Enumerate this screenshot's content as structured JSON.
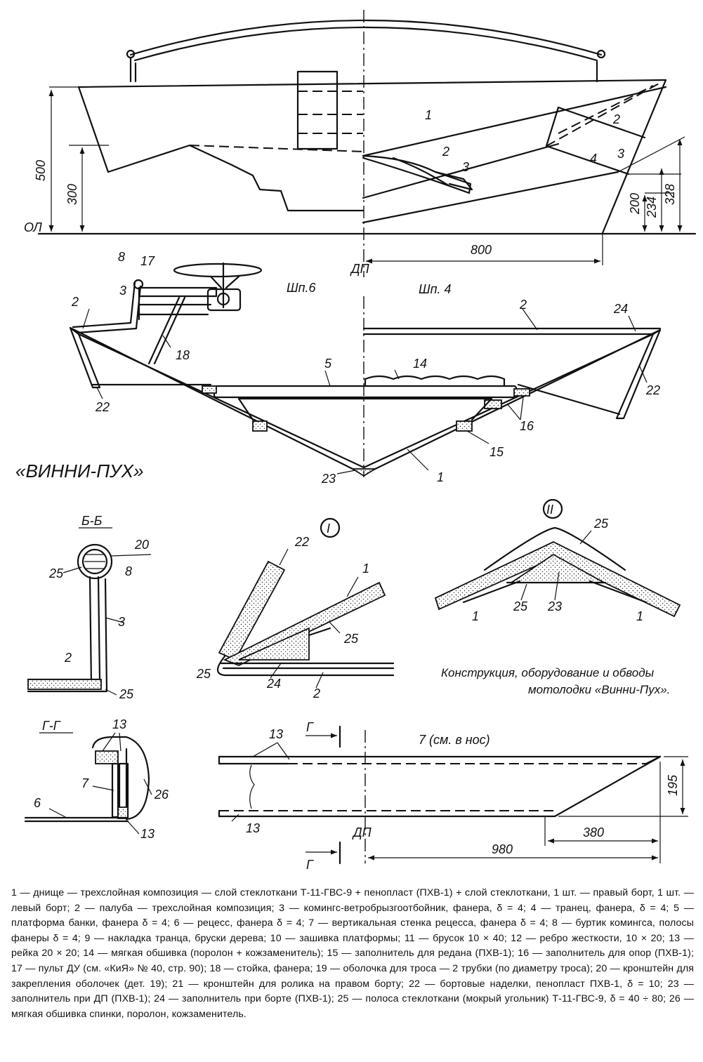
{
  "colors": {
    "ink": "#111111",
    "paper": "#ffffff"
  },
  "title": "«ВИННИ-ПУХ»",
  "caption": {
    "line1": "Конструкция, оборудование и обводы",
    "line2": "мотолодки «Винни-Пух»."
  },
  "side_view": {
    "dim_500": "500",
    "dim_300": "300",
    "baseline": "ОЛ",
    "dim_200": "200",
    "dim_234": "234",
    "dim_328": "328",
    "dim_800": "800",
    "centerline": "ДП",
    "labels": [
      "1",
      "2",
      "3",
      "2",
      "3",
      "4"
    ]
  },
  "section_view": {
    "frame_left": "Шп.6",
    "frame_right": "Шп. 4",
    "labels": [
      "8",
      "17",
      "3",
      "2",
      "18",
      "22",
      "5",
      "14",
      "2",
      "24",
      "22",
      "16",
      "15",
      "1",
      "23"
    ]
  },
  "detail_bb": {
    "title": "Б-Б",
    "labels": [
      "20",
      "25",
      "8",
      "3",
      "2",
      "25"
    ]
  },
  "detail_1": {
    "title": "I",
    "labels": [
      "22",
      "1",
      "25",
      "25",
      "24",
      "2"
    ]
  },
  "detail_2": {
    "title": "II",
    "labels": [
      "25",
      "1",
      "25",
      "23",
      "1"
    ]
  },
  "detail_gg": {
    "title": "Г-Г",
    "labels": [
      "13",
      "7",
      "26",
      "6",
      "13"
    ]
  },
  "recess_view": {
    "label_13a": "13",
    "label_7": "7 (см. в нос)",
    "label_13b": "13",
    "cut_mark": "Г",
    "centerline": "ДП",
    "dim_195": "195",
    "dim_380": "380",
    "dim_980": "980"
  },
  "legend": "1 — днище — трехслойная композиция — слой стеклоткани Т-11-ГВС-9 + пенопласт (ПХВ-1) + слой стеклоткани, 1 шт. — правый борт, 1 шт. — левый борт; 2 — палуба — трехслойная композиция; 3 — комингс-ветробрызгоотбойник, фанера, δ = 4; 4 — транец, фанера, δ = 4; 5 — платформа банки, фанера δ = 4; 6 — рецесс, фанера δ = 4; 7 — вертикальная стенка рецесса, фанера δ = 4; 8 — буртик комингса, полосы фанеры δ = 4; 9 — накладка транца, бруски дерева; 10 — зашивка платформы; 11 — брусок 10 × 40; 12 — ребро жесткости, 10 × 20; 13 — рейка 20 × 20; 14 — мягкая обшивка (поролон + кожзаменитель); 15 — заполнитель для редана (ПХВ-1); 16 — заполнитель для опор (ПХВ-1); 17 — пульт ДУ (см. «КиЯ» № 40, стр. 90); 18 — стойка, фанера; 19 — оболочка для троса — 2 трубки (по диаметру троса); 20 — кронштейн для закрепления оболочек (дет. 19); 21 — кронштейн для ролика на правом борту; 22 — бортовые наделки, пенопласт ПХВ-1, δ = 10; 23 — заполнитель при ДП (ПХВ-1); 24 — заполнитель при борте (ПХВ-1); 25 — полоса стеклоткани (мокрый угольник) Т-11-ГВС-9, δ = 40 ÷ 80; 26 — мягкая обшивка спинки, поролон, кожзаменитель."
}
